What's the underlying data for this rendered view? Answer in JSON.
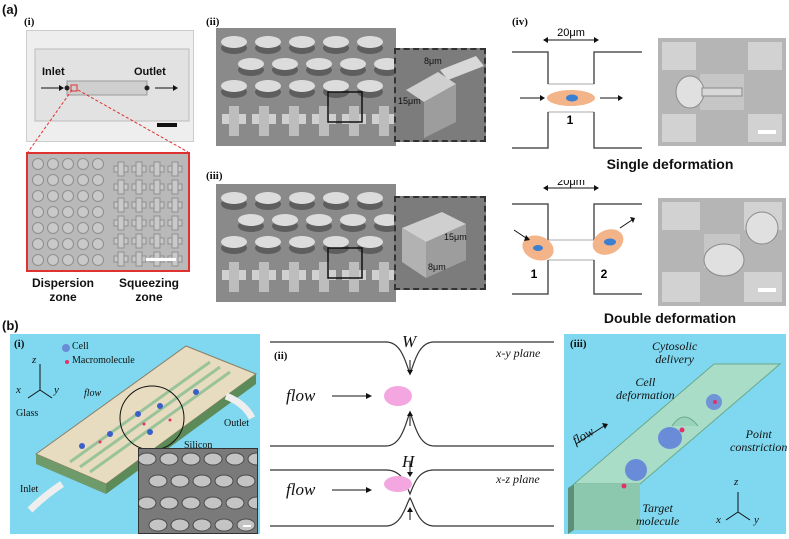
{
  "panel_a": {
    "label": "(a)",
    "sub_i": "(i)",
    "sub_ii": "(ii)",
    "sub_iii": "(iii)",
    "sub_iv": "(iv)",
    "inlet": "Inlet",
    "outlet": "Outlet",
    "dispersion_zone": "Dispersion\nzone",
    "squeezing_zone": "Squeezing\nzone",
    "dim_8um": "8μm",
    "dim_15um": "15μm",
    "width_20um": "20μm",
    "cell_1": "1",
    "cell_2": "2",
    "single_deformation": "Single deformation",
    "double_deformation": "Double deformation"
  },
  "panel_b": {
    "label": "(b)",
    "sub_i": "(i)",
    "sub_ii": "(ii)",
    "sub_iii": "(iii)",
    "legend_cell": "Cell",
    "legend_macro": "Macromolecule",
    "glass": "Glass",
    "silicon": "Silicon",
    "inlet": "Inlet",
    "outlet": "Outlet",
    "flow": "flow",
    "axis_x": "x",
    "axis_y": "y",
    "axis_z": "z",
    "W": "W",
    "H": "H",
    "xy_plane": "x-y plane",
    "xz_plane": "x-z plane",
    "cytosolic_delivery": "Cytosolic\ndelivery",
    "cell_deformation": "Cell\ndeformation",
    "point_constriction": "Point\nconstriction",
    "target_molecule": "Target\nmolecule"
  },
  "colors": {
    "panel_bg": "#7fd8ef",
    "channel": "#a9ddc7",
    "cell": "#6a8cd8",
    "macro": "#e0316a",
    "scale_red": "#e03030"
  }
}
